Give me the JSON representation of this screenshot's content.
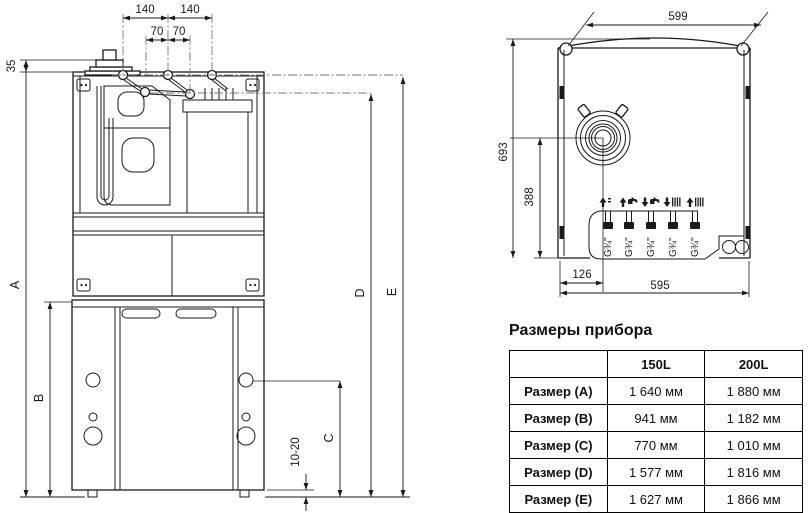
{
  "front_view": {
    "dims": {
      "top_span_left": "140",
      "top_span_right": "140",
      "inner_span_left": "70",
      "inner_span_right": "70",
      "flue_collar_height": "35",
      "height_a": "A",
      "height_b": "B",
      "height_c": "C",
      "height_d": "D",
      "height_e": "E",
      "foot_adjust_range": "10-20"
    }
  },
  "top_view": {
    "dims": {
      "width_top": "599",
      "height_total": "693",
      "flue_axis_height": "388",
      "flue_axis_offset": "126",
      "width_bottom": "595"
    },
    "connections": [
      {
        "thread": "G¾\"",
        "icon": "arrow-up-vent-icon"
      },
      {
        "thread": "G¾\"",
        "icon": "arrow-up-faucet-icon"
      },
      {
        "thread": "G¾\"",
        "icon": "arrow-down-faucet-icon"
      },
      {
        "thread": "G¾\"",
        "icon": "arrow-down-radiator-icon"
      },
      {
        "thread": "G¾\"",
        "icon": "arrow-up-radiator-icon"
      }
    ]
  },
  "table": {
    "title": "Размеры прибора",
    "columns": [
      "150L",
      "200L"
    ],
    "rows": [
      {
        "label": "Размер (A)",
        "v150": "1 640 мм",
        "v200": "1 880 мм"
      },
      {
        "label": "Размер (B)",
        "v150": "941 мм",
        "v200": "1 182 мм"
      },
      {
        "label": "Размер (C)",
        "v150": "770 мм",
        "v200": "1 010 мм"
      },
      {
        "label": "Размер (D)",
        "v150": "1 577 мм",
        "v200": "1 816 мм"
      },
      {
        "label": "Размер (E)",
        "v150": "1 627 мм",
        "v200": "1 866 мм"
      }
    ]
  }
}
